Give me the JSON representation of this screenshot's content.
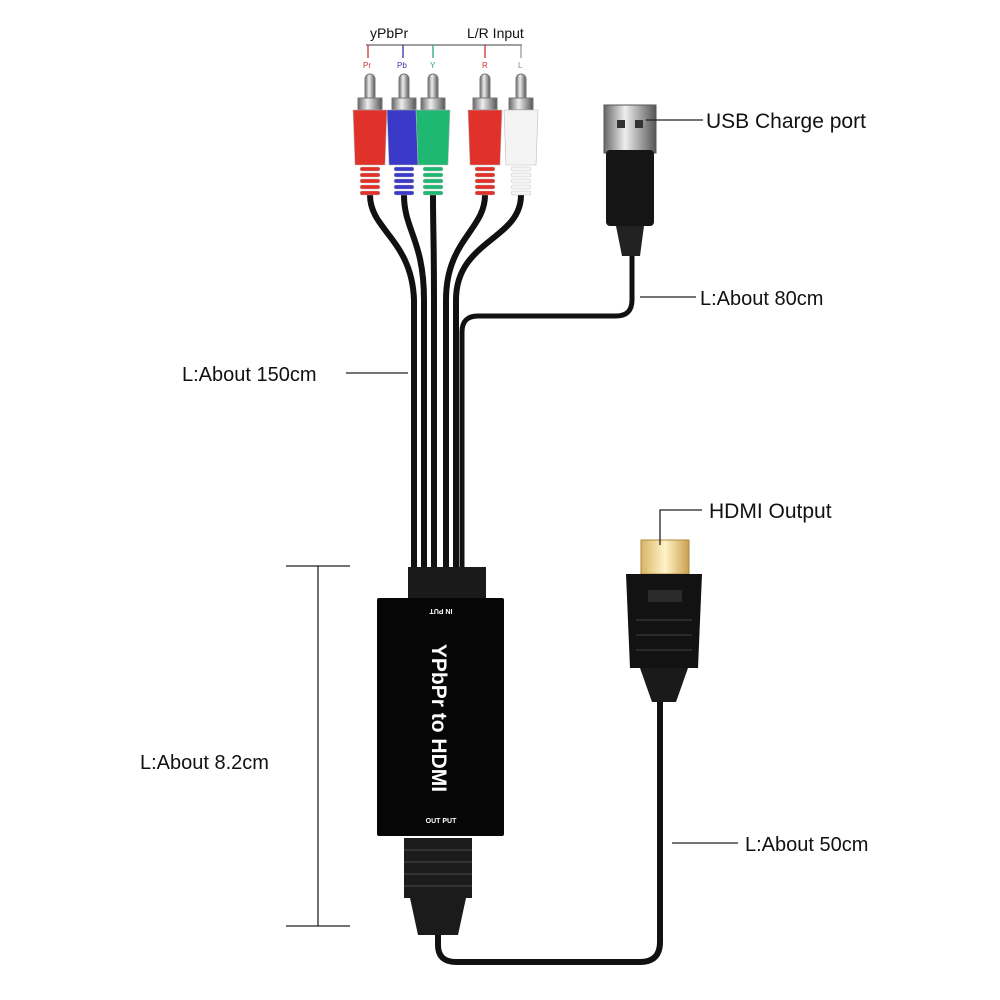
{
  "title": "YPbPr to HDMI converter cable",
  "top_labels": {
    "group_component": "yPbPr",
    "group_audio": "L/R Input",
    "plugs": [
      {
        "label": "Pr",
        "color": "#e0322a"
      },
      {
        "label": "Pb",
        "color": "#3a39c8"
      },
      {
        "label": "Y",
        "color": "#1fb872"
      },
      {
        "label": "R",
        "color": "#e0322a"
      },
      {
        "label": "L",
        "color": "#f4f4f4"
      }
    ]
  },
  "callouts": {
    "usb": "USB Charge port",
    "usb_length": "L:About 80cm",
    "input_length": "L:About 150cm",
    "hdmi": "HDMI Output",
    "box_length": "L:About 8.2cm",
    "hdmi_length": "L:About 50cm"
  },
  "box": {
    "title": "YPbPr to HDMI",
    "input_label": "IN PUT",
    "output_label": "OUT PUT"
  }
}
